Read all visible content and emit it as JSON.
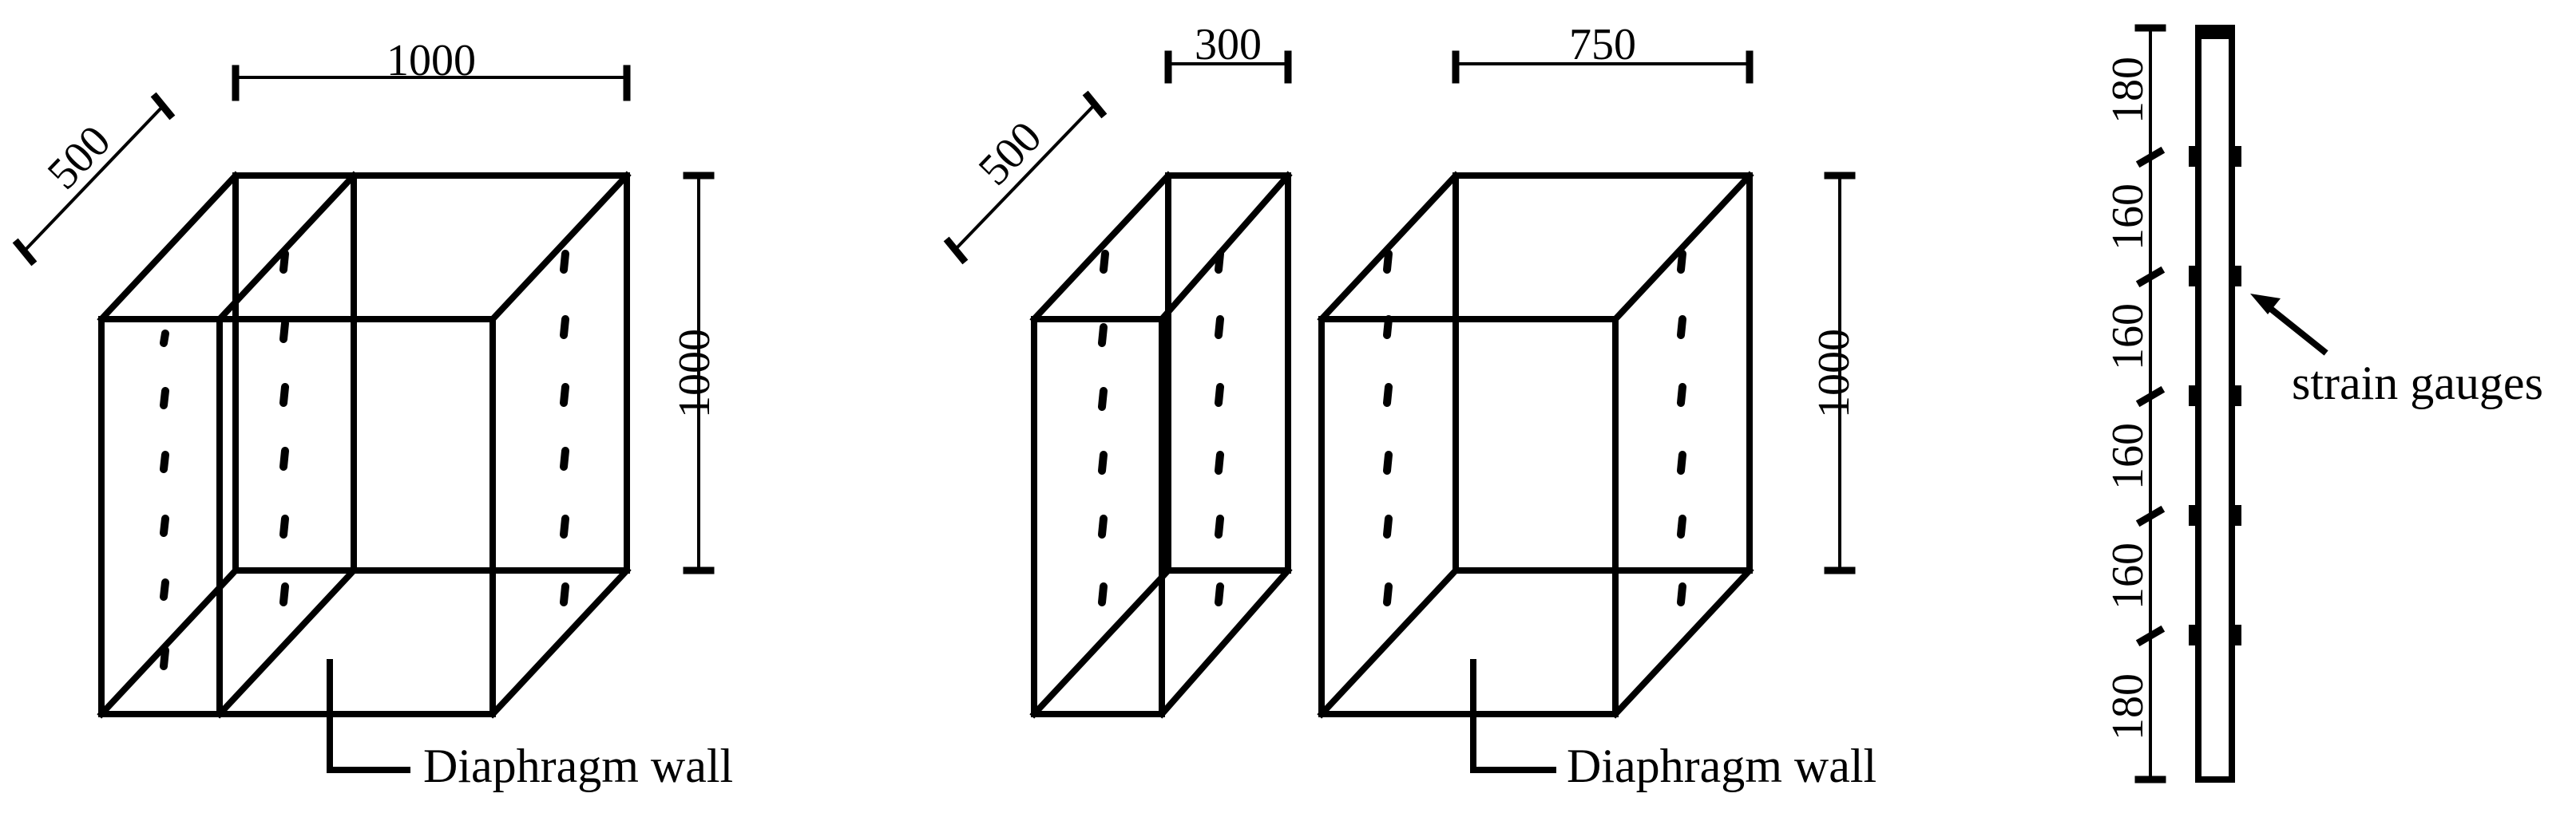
{
  "model_a": {
    "dim_length": "1000",
    "dim_depth": "500",
    "dim_height": "1000",
    "wall_label": "Diaphragm wall"
  },
  "model_b": {
    "dim_narrow": "300",
    "dim_wide": "750",
    "dim_depth": "500",
    "dim_height": "1000",
    "wall_label": "Diaphragm wall"
  },
  "wall_detail": {
    "spacings": [
      "180",
      "160",
      "160",
      "160",
      "160",
      "180"
    ],
    "gauge_label": "strain gauges"
  }
}
